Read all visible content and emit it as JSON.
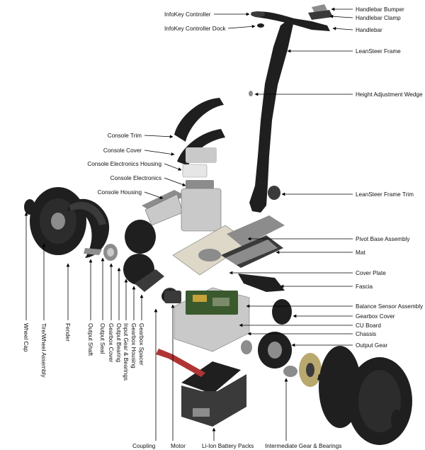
{
  "diagram": {
    "labels_right": {
      "handlebar_bumper": "Handlebar Bumper",
      "handlebar_clamp": "Handlebar Clamp",
      "handlebar": "Handlebar",
      "leansteer_frame": "LeanSteer Frame",
      "height_adjustment_wedge": "Height Adjustment Wedge",
      "leansteer_frame_trim": "LeanSteer Frame Trim",
      "pivot_base_assembly": "Pivot Base Assembly",
      "mat": "Mat",
      "cover_plate": "Cover Plate",
      "fascia": "Fascia",
      "balance_sensor_assembly": "Balance Sensor Assembly",
      "gearbox_cover": "Gearbox Cover",
      "cu_board": "CU Board",
      "chassis": "Chassis",
      "output_gear": "Output Gear"
    },
    "labels_top": {
      "infokey_controller": "InfoKey Controller",
      "infokey_controller_dock": "InfoKey Controller Dock"
    },
    "labels_left": {
      "console_trim": "Console Trim",
      "console_cover": "Console Cover",
      "console_electronics_housing": "Console Electronics Housing",
      "console_electronics": "Console Electronics",
      "console_housing": "Console Housing"
    },
    "labels_vertical": {
      "wheel_cap": "Wheel Cap",
      "tire_wheel_assembly": "Tire/Wheel Assembly",
      "fender": "Fender",
      "output_shaft": "Output Shaft",
      "output_seal": "Output Seal",
      "gearbox_cover_left": "Gearbox Cover",
      "output_bearing": "Output Bearing",
      "input_gear_bearings": "Input Gear & Bearings",
      "gearbox_housing": "Gearbox Housing",
      "gearbox_spacer": "Gearbox Spacer"
    },
    "labels_bottom": {
      "coupling": "Coupling",
      "motor": "Motor",
      "li_ion_battery_packs": "Li-Ion Battery Packs",
      "intermediate_gear_bearings": "Intermediate Gear & Bearings"
    }
  }
}
